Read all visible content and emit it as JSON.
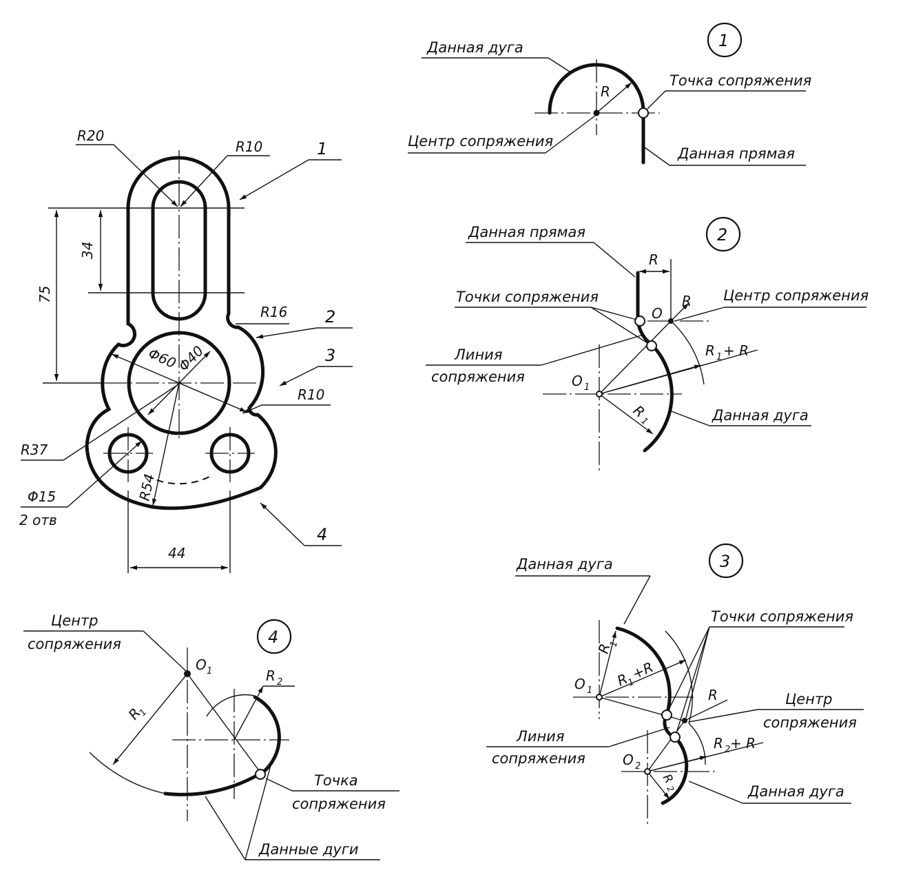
{
  "main_part": {
    "callout_numbers": [
      "1",
      "2",
      "3",
      "4"
    ],
    "radius_labels": {
      "r20": "R20",
      "r10_top": "R10",
      "r16": "R16",
      "r10_right": "R10",
      "r37": "R37",
      "r54": "R54"
    },
    "diameter_labels": {
      "d60": "Φ60",
      "d40": "Φ40",
      "d15": "Φ15",
      "holes_count": "2 отв"
    },
    "linear_dims": {
      "d75": "75",
      "d34": "34",
      "d44": "44"
    }
  },
  "detail_1": {
    "number": "1",
    "given_arc": "Данная дуга",
    "tangent_point": "Точка сопряжения",
    "tangent_center": "Центр сопряжения",
    "given_line": "Данная прямая",
    "radius": "R"
  },
  "detail_2": {
    "number": "2",
    "given_line": "Данная прямая",
    "tangent_points": "Точки сопряжения",
    "tangent_center": "Центр сопряжения",
    "line_label_1": "Линия",
    "line_label_2": "сопряжения",
    "given_arc": "Данная дуга",
    "radius_r": "R",
    "radius_r_small": "R",
    "center_o": "O",
    "center_o1_main": "O",
    "center_o1_sub": "1",
    "r1_main": "R",
    "r1_sub": "1",
    "sum_main": "R",
    "sum_sub": "1",
    "sum_tail": "+ R"
  },
  "detail_3": {
    "number": "3",
    "given_arc_top": "Данная дуга",
    "tangent_points": "Точки сопряжения",
    "radius": "R",
    "center_label_1": "Центр",
    "center_label_2": "сопряжения",
    "line_label_1": "Линия",
    "line_label_2": "сопряжения",
    "given_arc_bottom": "Данная дуга",
    "o1_main": "O",
    "o1_sub": "1",
    "o2_main": "O",
    "o2_sub": "2",
    "r1_main": "R",
    "r1_sub": "1",
    "r1r_main": "R",
    "r1r_sub": "1",
    "r1r_tail": "+R",
    "r2r_main": "R",
    "r2r_sub": "2",
    "r2r_tail": " + R",
    "r2_main": "R",
    "r2_sub": "2"
  },
  "detail_4": {
    "number": "4",
    "center_label_1": "Центр",
    "center_label_2": "сопряжения",
    "o1_main": "O",
    "o1_sub": "1",
    "r1_main": "R",
    "r1_sub": "1",
    "r2_main": "R",
    "r2_sub": "2",
    "tangent_point_1": "Точка",
    "tangent_point_2": "сопряжения",
    "given_arcs": "Данные дуги"
  }
}
